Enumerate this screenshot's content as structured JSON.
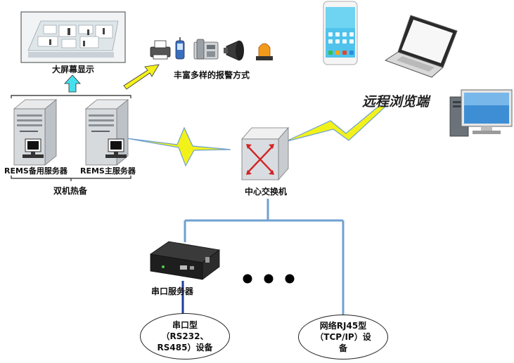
{
  "labels": {
    "big_screen": "大屏幕显示",
    "alarm_methods": "丰富多样的报警方式",
    "remote_browser": "远程浏览端",
    "backup_server": "REMS备用服务器",
    "main_server": "REMS主服务器",
    "dual_hot_standby": "双机热备",
    "central_switch": "中心交换机",
    "serial_server": "串口服务器",
    "serial_device_l1": "串口型",
    "serial_device_l2": "（RS232、",
    "serial_device_l3": "RS485）设备",
    "network_device_l1": "网络RJ45型",
    "network_device_l2": "（TCP/IP）设",
    "network_device_l3": "备"
  },
  "colors": {
    "link_line": "#6fa0d2",
    "serial_link": "#1f3b9a",
    "lightning": "#f2f21a",
    "up_arrow": "#43e0ee",
    "alarm_arrow": "#f4f01c",
    "bracket": "#222222"
  }
}
